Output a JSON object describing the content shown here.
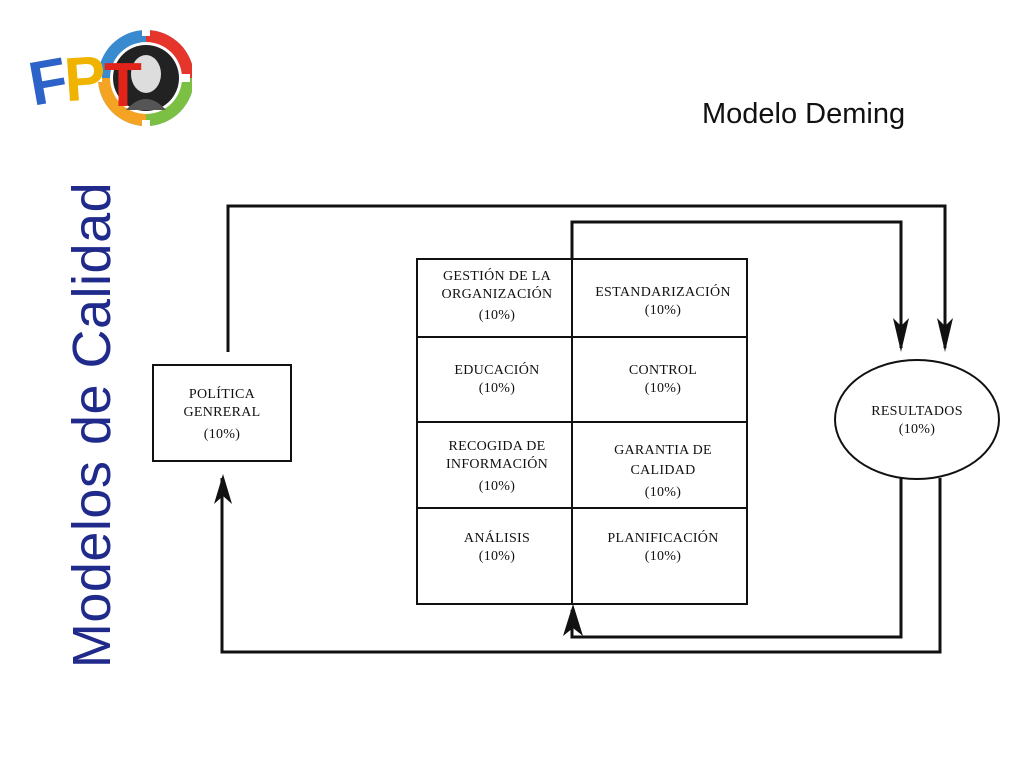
{
  "slide": {
    "vertical_title": "Modelos de Calidad",
    "subtitle": "Modelo Deming"
  },
  "logo": {
    "text": "FPT",
    "icon": "gear-portrait-logo"
  },
  "diagram": {
    "politica": {
      "line1": "POLÍTICA",
      "line2": "GENRERAL",
      "pct": "(10%)"
    },
    "resultados": {
      "line1": "RESULTADOS",
      "pct": "(10%)"
    },
    "cells": [
      {
        "line1": "GESTIÓN DE LA",
        "line2": "ORGANIZACIÓN",
        "pct": "(10%)"
      },
      {
        "line1": "ESTANDARIZACIÓN",
        "line2": "",
        "pct": "(10%)"
      },
      {
        "line1": "EDUCACIÓN",
        "line2": "",
        "pct": "(10%)"
      },
      {
        "line1": "CONTROL",
        "line2": "",
        "pct": "(10%)"
      },
      {
        "line1": "RECOGIDA DE",
        "line2": "INFORMACIÓN",
        "pct": "(10%)"
      },
      {
        "line1": "GARANTIA DE",
        "line2": "CALIDAD",
        "pct": "(10%)"
      },
      {
        "line1": "ANÁLISIS",
        "line2": "",
        "pct": "(10%)"
      },
      {
        "line1": "PLANIFICACIÓN",
        "line2": "",
        "pct": "(10%)"
      }
    ]
  },
  "colors": {
    "title": "#1f2a8a",
    "line": "#111111"
  }
}
